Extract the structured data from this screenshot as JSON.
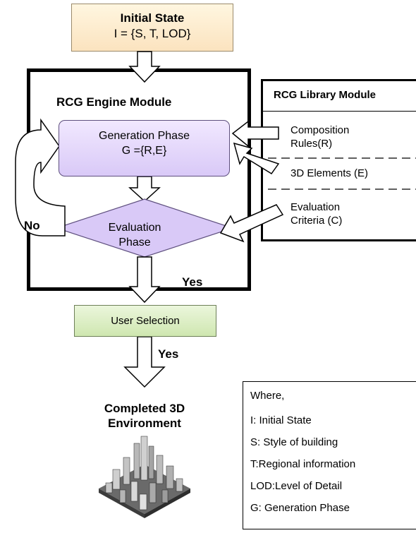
{
  "initial_state": {
    "title": "Initial State",
    "formula": "I = {S, T, LOD}"
  },
  "engine": {
    "title": "RCG Engine Module"
  },
  "generation": {
    "title": "Generation Phase",
    "formula": "G ={R,E}"
  },
  "evaluation": {
    "line1": "Evaluation",
    "line2": "Phase"
  },
  "library": {
    "title": "RCG Library Module",
    "items": [
      {
        "line1": "Composition",
        "line2": "Rules(R)"
      },
      {
        "line1": "3D Elements (E)",
        "line2": ""
      },
      {
        "line1": "Evaluation",
        "line2": "Criteria (C)"
      }
    ]
  },
  "labels": {
    "no": "No",
    "yes_engine": "Yes",
    "yes_user": "Yes"
  },
  "user_selection": "User Selection",
  "completed": {
    "line1": "Completed 3D",
    "line2": "Environment"
  },
  "legend": {
    "heading": "Where,",
    "items": [
      "I: Initial State",
      "S: Style of building",
      "T:Regional information",
      "LOD:Level of Detail",
      "G: Generation Phase"
    ]
  }
}
